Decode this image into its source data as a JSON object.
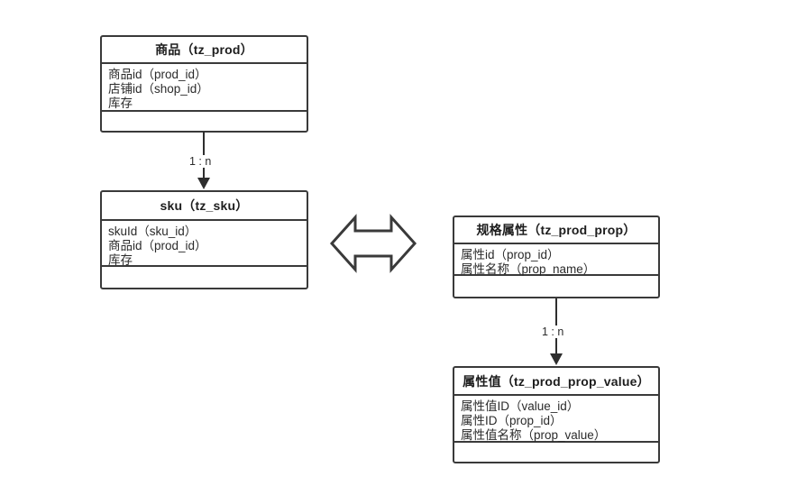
{
  "diagram": {
    "title": "",
    "background_color": "#ffffff",
    "line_color": "#2e2e2e",
    "text_color": "#262626",
    "entities": [
      {
        "id": "prod",
        "title": "商品（tz_prod）",
        "fields": [
          "商品id（prod_id）",
          "店铺id（shop_id）",
          "库存"
        ],
        "footer": ""
      },
      {
        "id": "sku",
        "title": "sku（tz_sku）",
        "fields": [
          "skuId（sku_id）",
          "商品id（prod_id）",
          "库存"
        ],
        "footer": ""
      },
      {
        "id": "prod_prop",
        "title": "规格属性（tz_prod_prop）",
        "fields": [
          "属性id（prop_id）",
          "属性名称（prop_name）"
        ],
        "footer": ""
      },
      {
        "id": "prod_prop_value",
        "title": "属性值（tz_prod_prop_value）",
        "fields": [
          "属性值ID（value_id）",
          "属性ID（prop_id）",
          "属性值名称（prop_value）"
        ],
        "footer": ""
      }
    ],
    "connectors": [
      {
        "id": "prod-to-sku",
        "from": "prod",
        "to": "sku",
        "label": "1 : n",
        "arrow": "down"
      },
      {
        "id": "prop-to-prop-value",
        "from": "prod_prop",
        "to": "prod_prop_value",
        "label": "1 : n",
        "arrow": "down"
      }
    ],
    "symbols": [
      {
        "id": "bidirectional-arrow",
        "icon": "double-headed-arrow-icon",
        "label": ""
      }
    ]
  }
}
